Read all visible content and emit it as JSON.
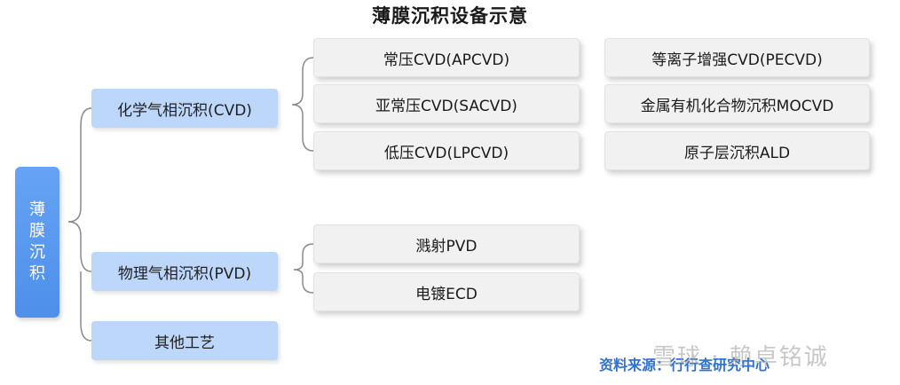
{
  "title": "薄膜沉积设备示意",
  "root": "薄膜沉积",
  "categories": [
    {
      "label": "化学气相沉积(CVD)",
      "methods_col1": [
        "常压CVD(APCVD)",
        "亚常压CVD(SACVD)",
        "低压CVD(LPCVD)"
      ],
      "methods_col2": [
        "等离子增强CVD(PECVD)",
        "金属有机化合物沉积MOCVD",
        "原子层沉积ALD"
      ]
    },
    {
      "label": "物理气相沉积(PVD)",
      "methods_col1": [
        "溅射PVD",
        "电镀ECD"
      ]
    },
    {
      "label": "其他工艺"
    }
  ],
  "source": "资料来源：行行查研究中心",
  "watermark": "雪球 · 赖卓铭诚"
}
